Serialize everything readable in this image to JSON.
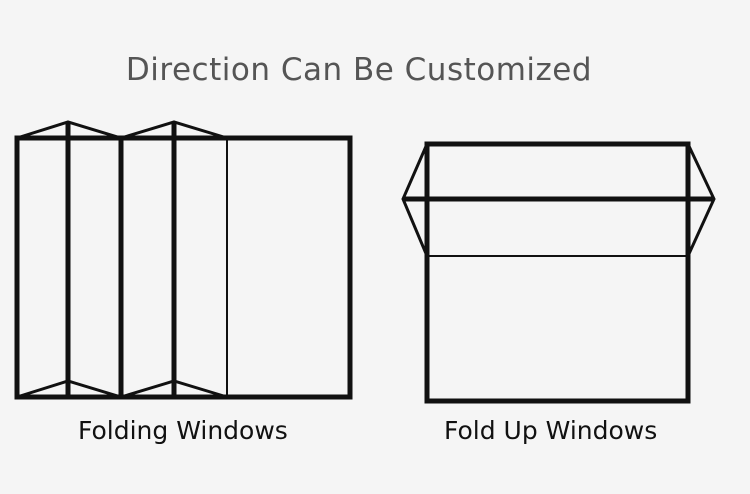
{
  "title": "Direction Can Be Customized",
  "diagrams": {
    "left_caption": "Folding Windows",
    "right_caption": "Fold Up Windows"
  },
  "colors": {
    "background": "#f5f5f5",
    "title_text": "#555555",
    "line": "#111111"
  }
}
